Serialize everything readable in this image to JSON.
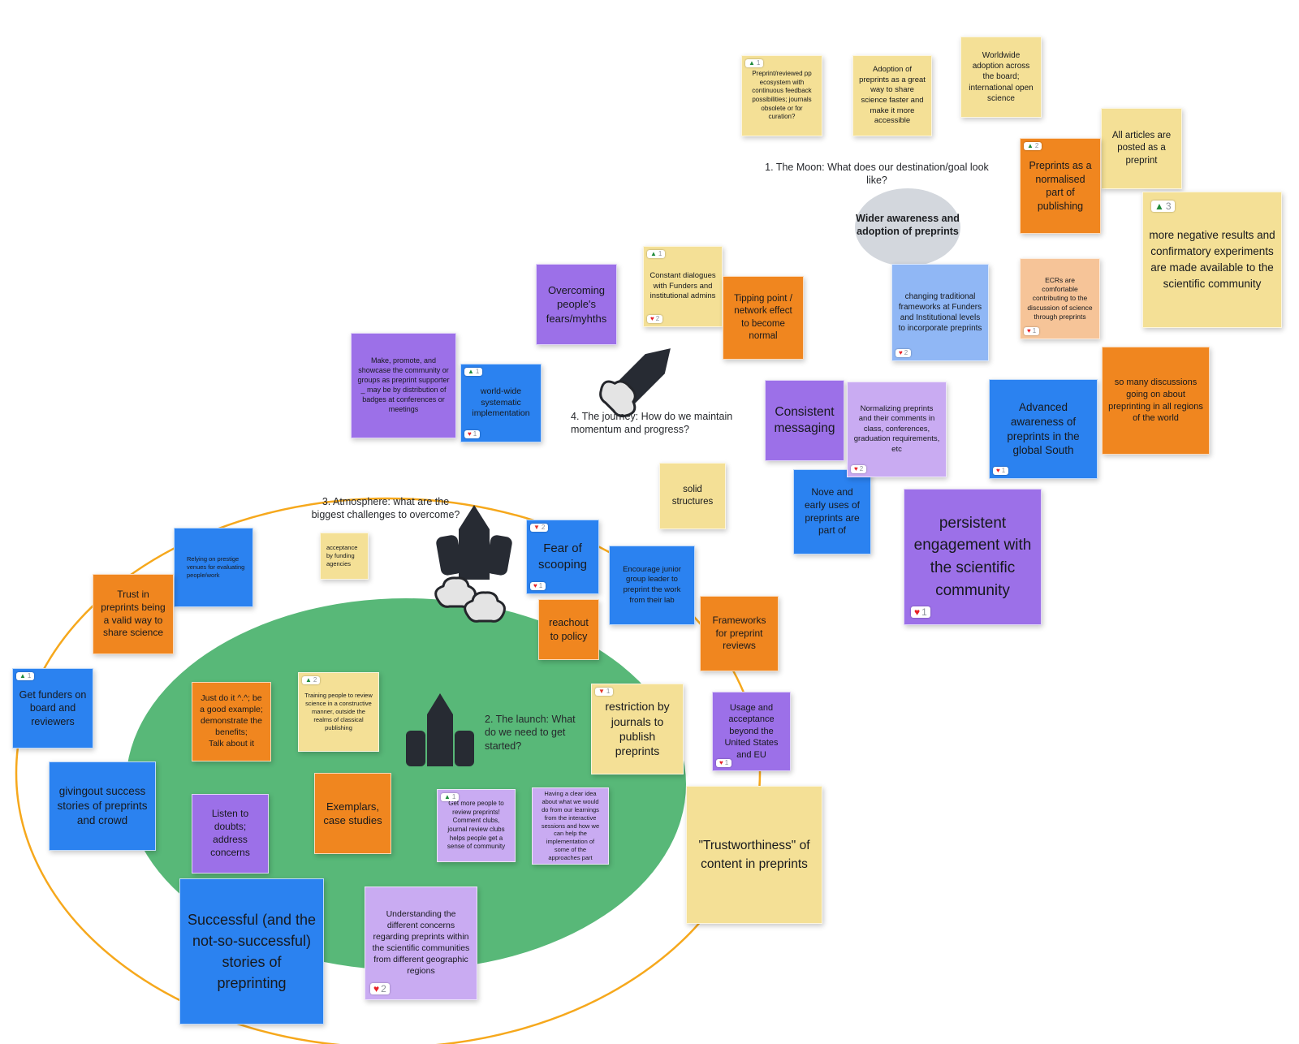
{
  "glyphs": {
    "up": "▲",
    "down": "▼",
    "heart": "♥"
  },
  "colors": {
    "note_yellow": "#F4E096",
    "note_orange": "#F0861F",
    "note_blue": "#2B82F0",
    "note_purple": "#9C70E8",
    "note_light_purple": "#C9ABF2",
    "note_light_blue": "#90B7F5",
    "note_peach": "#F6C498",
    "earth_green": "#58B878",
    "moon_gray": "#D3D7DD",
    "orbit_orange": "#F6A81C",
    "upvote_green": "#1F8B3B",
    "downvote_red": "#E5352B",
    "heart_red": "#E82127"
  },
  "headings": {
    "moon": "1. The Moon: What does our destination/goal look like?",
    "moon_goal": "Wider awareness and adoption of preprints",
    "journey": "4. The journey: How do we maintain momentum and progress?",
    "atmosphere": "3. Atmosphere: what are the biggest challenges to overcome?",
    "launch": "2. The launch: What do we need to get started?"
  },
  "notes": {
    "preprint_ecosystem": {
      "text": "Preprint/reviewed pp ecosystem with continuous feedback possibilities; journals obsolete or for curation?",
      "up": "1"
    },
    "adoption_faster": {
      "text": "Adoption of preprints as a great way to share science faster and make it more accessible"
    },
    "worldwide_adoption": {
      "text": "Worldwide adoption across the board; international open science"
    },
    "preprints_normalised": {
      "text": "Preprints as a normalised part of publishing",
      "up": "2"
    },
    "all_articles": {
      "text": "All articles are posted as a preprint"
    },
    "negative_results": {
      "text": "more negative results and confirmatory experiments are made available to the scientific community",
      "up": "3"
    },
    "ecrs_comfortable": {
      "text": "ECRs are comfortable contributing to the discussion of science through preprints",
      "heart": "1"
    },
    "overcoming_fears": {
      "text": "Overcoming people's fears/myhths"
    },
    "constant_dialogues": {
      "text": "Constant dialogues with Funders and institutional admins",
      "up": "1",
      "heart": "2"
    },
    "tipping_point": {
      "text": "Tipping point / network effect to become normal"
    },
    "changing_frameworks": {
      "text": "changing traditional frameworks at Funders and Institutional levels to incorporate preprints",
      "heart": "2"
    },
    "make_promote": {
      "text": "Make, promote, and showcase the community or groups as preprint supporter _ may be by distribution of badges at conferences or meetings"
    },
    "worldwide_implementation": {
      "text": "world-wide systematic implementation",
      "up": "1",
      "heart": "1"
    },
    "consistent_messaging": {
      "text": "Consistent messaging"
    },
    "normalizing_preprints": {
      "text": "Normalizing preprints and their comments in class, conferences, graduation requirements, etc",
      "heart": "2"
    },
    "advanced_awareness": {
      "text": "Advanced awareness of preprints in the global South",
      "heart": "1"
    },
    "so_many_discussions": {
      "text": "so many discussions  going on about preprinting in all regions of the world"
    },
    "solid_structures": {
      "text": "solid structures"
    },
    "novel_uses": {
      "text": "Nove and early  uses of preprints are part of"
    },
    "persistent_engagement": {
      "text": "persistent engagement with the scientific community",
      "heart": "1"
    },
    "relying_prestige": {
      "text": "Relying on prestige venues for evaluating people/work"
    },
    "trust_preprints": {
      "text": "Trust in preprints being a valid way to share science"
    },
    "acceptance_funding": {
      "text": "acceptance by funding agencies"
    },
    "fear_scooping": {
      "text": "Fear of scooping",
      "down": "2",
      "heart": "1"
    },
    "encourage_junior": {
      "text": "Encourage junior group leader to preprint the work from their lab"
    },
    "reachout_policy": {
      "text": "reachout to policy"
    },
    "frameworks_reviews": {
      "text": "Frameworks for preprint reviews"
    },
    "get_funders": {
      "text": "Get funders on board and reviewers",
      "up": "1"
    },
    "success_stories": {
      "text": "givingout success stories of preprints and crowd"
    },
    "just_do_it": {
      "text": "Just do it ^.^; be a good example; demonstrate the benefits;\nTalk about it"
    },
    "training_people": {
      "text": "Training people to review science in a constructive manner, outside the realms of classical publishing",
      "up": "2"
    },
    "listen_doubts": {
      "text": "Listen to doubts; address concerns"
    },
    "exemplars": {
      "text": "Exemplars, case studies"
    },
    "review_preprints": {
      "text": "Get more people to review preprints! Comment clubs, journal review clubs helps people get a sense of community",
      "up": "1"
    },
    "clear_idea": {
      "text": "Having a clear idea about what we would do from our learnings from the interactive sessions and how we can help the implementation of some of the approaches part"
    },
    "restriction_journals": {
      "text": "restriction by journals to publish preprints",
      "down": "1"
    },
    "usage_acceptance": {
      "text": "Usage and acceptance beyond the United States and EU",
      "heart": "1"
    },
    "trustworthiness": {
      "text": "\"Trustworthiness\" of content in preprints"
    },
    "successful_stories": {
      "text": "Successful (and the not-so-successful) stories of preprinting"
    },
    "understanding_concerns": {
      "text": "Understanding the different concerns regarding preprints within the scientific communities from different geographic regions",
      "heart": "2"
    }
  }
}
